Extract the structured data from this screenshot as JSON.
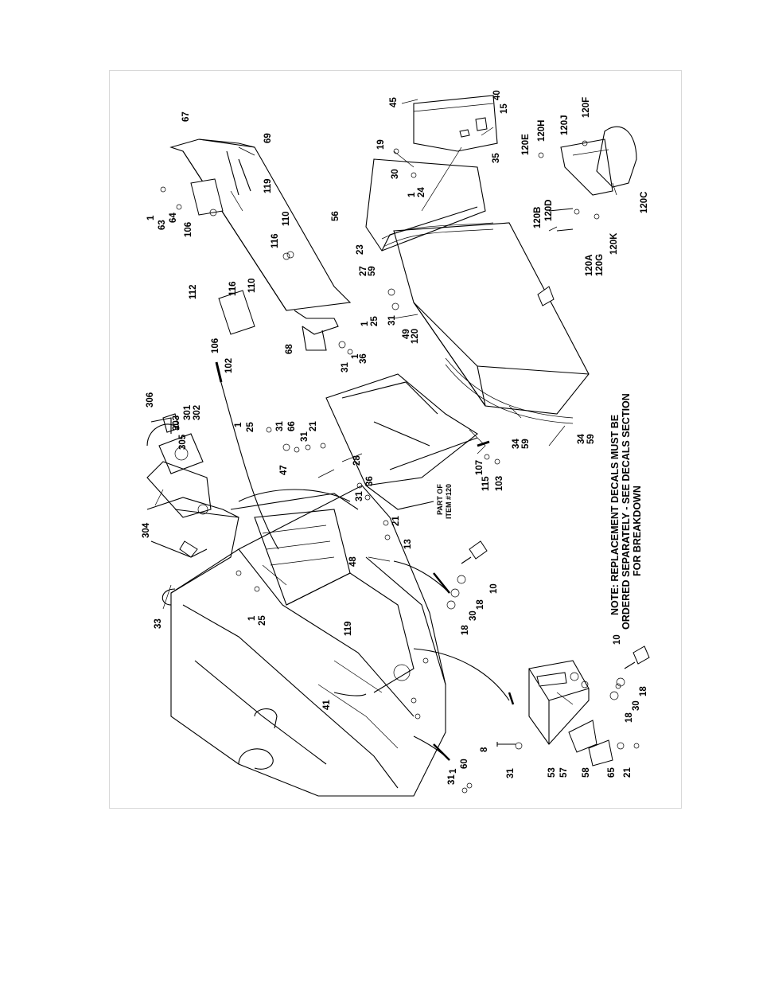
{
  "note": {
    "line1": "NOTE: REPLACEMENT DECALS MUST BE",
    "line2": "ORDERED SEPARATELY - SEE DECALS SECTION",
    "line3": "FOR BREAKDOWN"
  },
  "callout_part_of": {
    "line1": "PART OF",
    "line2": "ITEM #120"
  },
  "callouts": {
    "c67": "67",
    "c69": "69",
    "c1a": "1",
    "c63": "63",
    "c64": "64",
    "c106a": "106",
    "c119a": "119",
    "c110a": "110",
    "c116a": "116",
    "c112": "112",
    "c116b": "116",
    "c110b": "110",
    "c106b": "106",
    "c102": "102",
    "c68": "68",
    "c31a": "31",
    "c1b": "1",
    "c36a": "36",
    "c45": "45",
    "c40": "40",
    "c15": "15",
    "c35": "35",
    "c19": "19",
    "c30a": "30",
    "c1c": "1",
    "c24": "24",
    "c56": "56",
    "c23": "23",
    "c27": "27",
    "c59a": "59",
    "c1d": "1",
    "c25a": "25",
    "c31b": "31",
    "c49": "49",
    "c120": "120",
    "c120E": "120E",
    "c120H": "120H",
    "c120J": "120J",
    "c120F": "120F",
    "c120B": "120B",
    "c120D": "120D",
    "c120A": "120A",
    "c120G": "120G",
    "c120K": "120K",
    "c120C": "120C",
    "c306": "306",
    "c303": "303",
    "c301": "301",
    "c302": "302",
    "c305": "305",
    "c304": "304",
    "c1e": "1",
    "c25b": "25",
    "c31c": "31",
    "c66": "66",
    "c31d": "31",
    "c21a": "21",
    "c47": "47",
    "c28": "28",
    "c107": "107",
    "c115": "115",
    "c103": "103",
    "c34a": "34",
    "c59b": "59",
    "c34b": "34",
    "c59c": "59",
    "c31e": "31",
    "c36b": "36",
    "c21b": "21",
    "c13": "13",
    "c48": "48",
    "c10a": "10",
    "c18a": "18",
    "c30b": "30",
    "c18b": "18",
    "c33": "33",
    "c1f": "1",
    "c25c": "25",
    "c119b": "119",
    "c41": "41",
    "c10b": "10",
    "c18c": "18",
    "c30c": "30",
    "c18d": "18",
    "c31f": "31",
    "c1g": "1",
    "c60": "60",
    "c8": "8",
    "c31g": "31",
    "c53": "53",
    "c57": "57",
    "c58": "58",
    "c65": "65",
    "c21c": "21"
  }
}
